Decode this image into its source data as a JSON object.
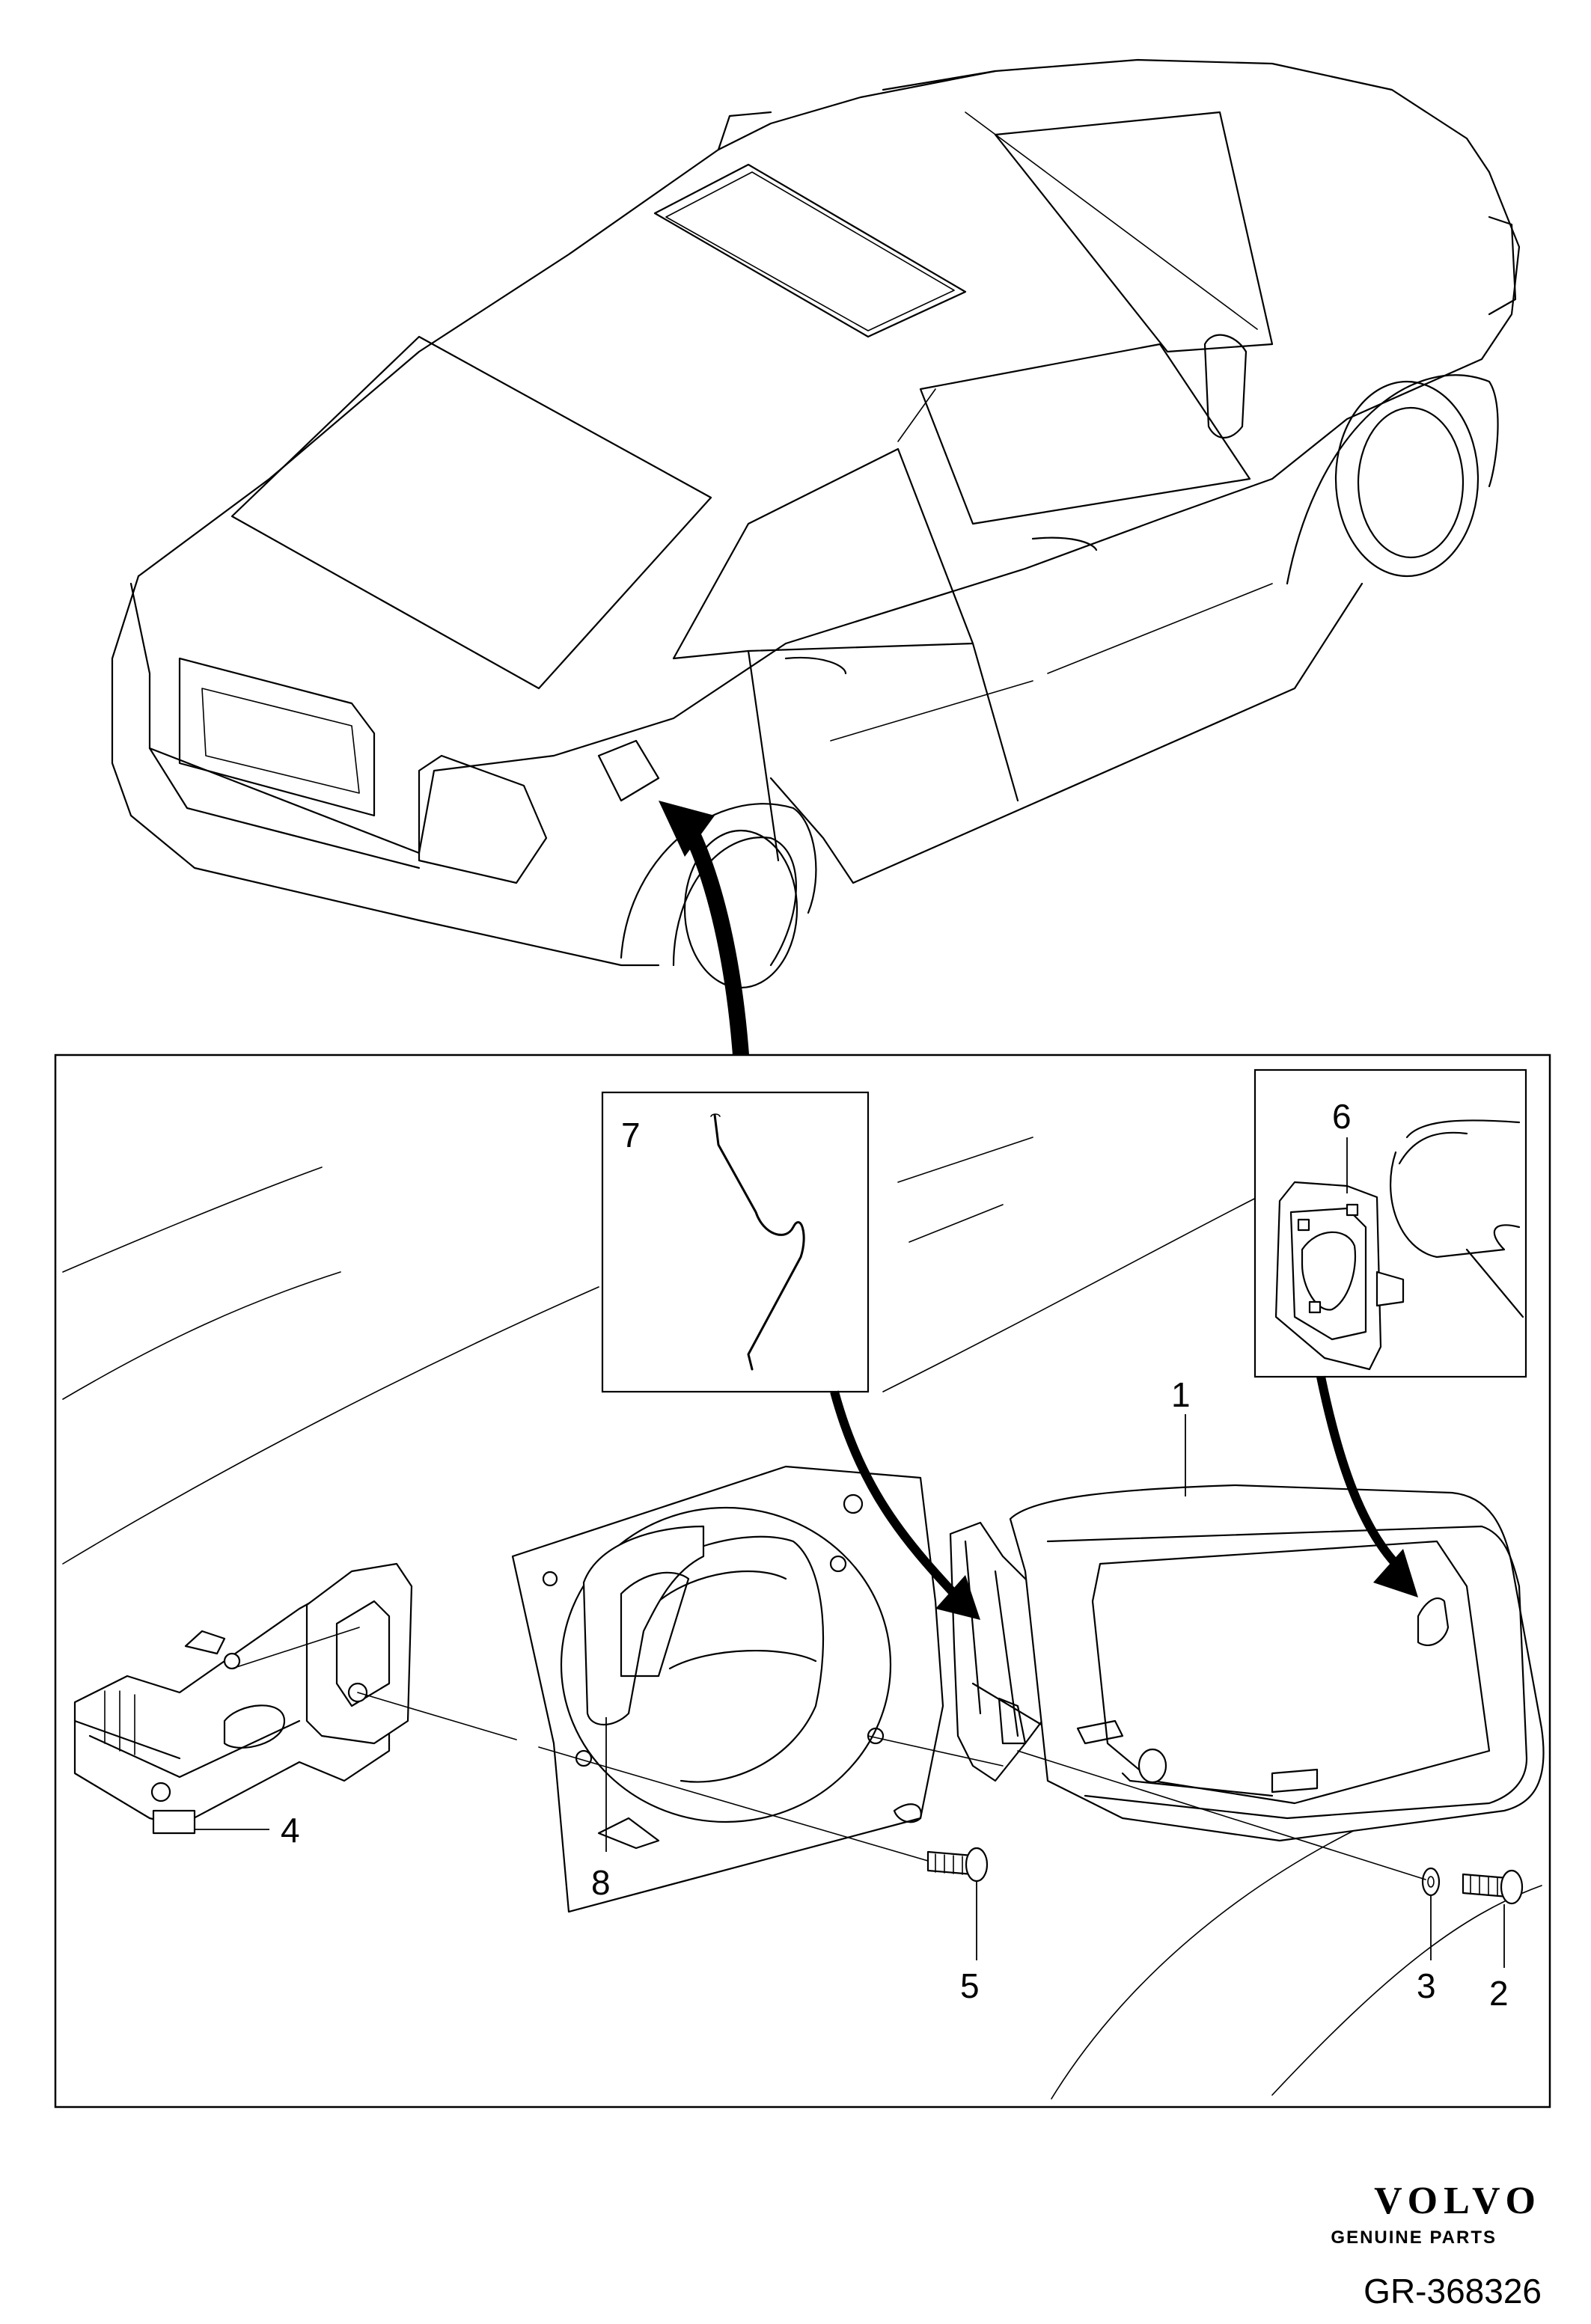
{
  "diagram": {
    "callouts": [
      {
        "id": "1",
        "label": "1"
      },
      {
        "id": "2",
        "label": "2"
      },
      {
        "id": "3",
        "label": "3"
      },
      {
        "id": "4",
        "label": "4"
      },
      {
        "id": "5",
        "label": "5"
      },
      {
        "id": "6",
        "label": "6"
      },
      {
        "id": "7",
        "label": "7"
      },
      {
        "id": "8",
        "label": "8"
      }
    ]
  },
  "branding": {
    "logo_text": "VOLVO",
    "logo_subtext": "GENUINE PARTS",
    "reference": "GR-368326"
  }
}
